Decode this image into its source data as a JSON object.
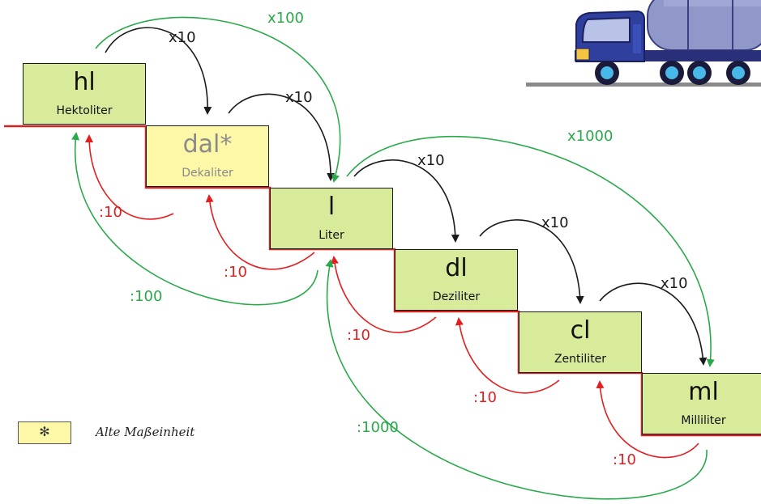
{
  "units": [
    {
      "symbol": "hl",
      "name": "Hektoliter"
    },
    {
      "symbol": "dal*",
      "name": "Dekaliter"
    },
    {
      "symbol": "l",
      "name": "Liter"
    },
    {
      "symbol": "dl",
      "name": "Deziliter"
    },
    {
      "symbol": "cl",
      "name": "Zentiliter"
    },
    {
      "symbol": "ml",
      "name": "Milliliter"
    }
  ],
  "multiply_labels": {
    "x10": "x10",
    "x100": "x100",
    "x1000": "x1000"
  },
  "divide_labels": {
    "d10": ":10",
    "d100": ":100",
    "d1000": ":1000"
  },
  "legend": {
    "marker": "✻",
    "text": "Alte Maßeinheit"
  },
  "colors": {
    "box": "#d7eb9b",
    "old_unit_box": "#fdf8a7",
    "stair_line": "#d62020",
    "arrow_multiply_10": "#1a1a1a",
    "arrow_multiply_big": "#2aa94a",
    "arrow_divide_10": "#e02020",
    "arrow_divide_big": "#2aa94a"
  },
  "icons": {
    "truck": "tanker-truck-icon"
  }
}
